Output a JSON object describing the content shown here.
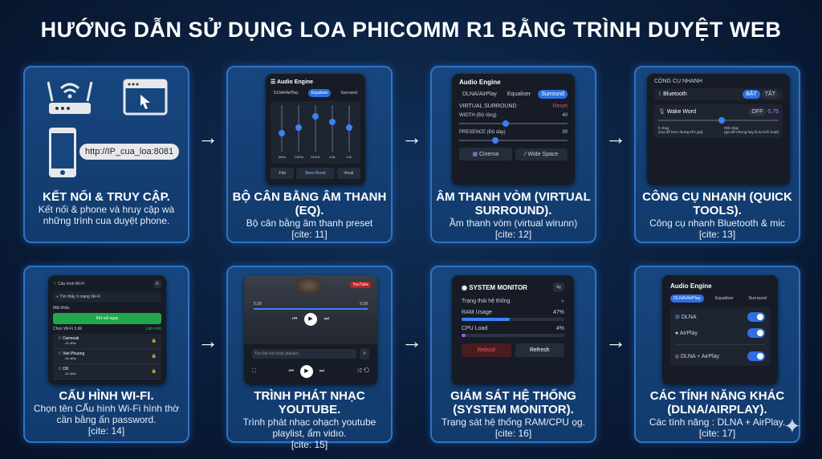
{
  "title": "HƯỚNG DẪN SỬ DỤNG LOA PHICOMM R1 BẰNG TRÌNH DUYỆT WEB",
  "cards": [
    {
      "heading": "KẾT NỐI & TRUY CẬP.",
      "desc": "Kết nối & phone và hruy cập wà những trình cua duyệt phone.",
      "url": "http://IP_cua_loa:8081"
    },
    {
      "heading": "BỘ CÂN BẰNG ÂM THANH (EQ).",
      "desc": "Bộ cân bằng âm thanh preset",
      "cite": "[cite: 11]",
      "mock": {
        "title": "Audio Engine",
        "tabs": [
          "DLNA/AirPlay",
          "Equaliser",
          "Surround"
        ],
        "bands": [
          "60Hz",
          "230Hz",
          "910Hz",
          "3.6k",
          "14k"
        ],
        "band_levels": [
          0.42,
          0.55,
          0.82,
          0.68,
          0.55
        ],
        "presets": [
          "Flat",
          "Bass Boost",
          "Vocal"
        ]
      }
    },
    {
      "heading": "ÂM THANH VÒM (VIRTUAL SURROUND).",
      "desc": "Ầm thanh vòm (virtual wirunn)",
      "cite": "[cite: 12]",
      "mock": {
        "title": "Audio Engine",
        "tabs": [
          "DLNA/AirPlay",
          "Equaliser",
          "Surround"
        ],
        "section": "VIRTUAL SURROUND",
        "reset": "Reset",
        "width_label": "WIDTH (Độ rộng)",
        "width_value": "40",
        "presence_label": "PRESENCE (Độ dày)",
        "presence_value": "30",
        "width_pct": 40,
        "presence_pct": 30,
        "buttons": [
          "Cinema",
          "Wide Space"
        ]
      }
    },
    {
      "heading": "CÔNG CỤ NHANH (QUICK TOOLS).",
      "desc": "Công cụ nhanh Bluetooth & mic",
      "cite": "[cite: 13]",
      "mock": {
        "title": "CÔNG CỤ NHANH",
        "bt_label": "Bluetooth",
        "bt_on": "BẬT",
        "bt_off": "TẮT",
        "wake_label": "Wake Word",
        "wake_off": "OFF",
        "wake_value": "0.75",
        "low_label": "Ít nhạy",
        "low_hint": "(Gọi dễ hơn nhưng khó gọi)",
        "high_label": "Rất nhạy",
        "high_hint": "(gọi dễ nhưng hay bị tự kích hoạt)",
        "wake_pct": 50
      }
    },
    {
      "heading": "CẤU HÌNH WI-FI.",
      "desc": "Chọn tên CẤu hình Wi-Fi hình thờ cần bằng ấn password.",
      "cite": "[cite: 14]",
      "mock": {
        "title": "Cấu hình Wi-Fi",
        "status": "Tìm thấy 9 mạng Wi-Fi",
        "hint": "Mật khẩu",
        "connect": "Kết nối ngay",
        "list_label": "Chọn Wi-Fi 3 để",
        "refresh": "Làm mới",
        "networks": [
          {
            "name": "Darmeak",
            "signal": "-45 dBm"
          },
          {
            "name": "Viet Phuong",
            "signal": "-45 dBm"
          },
          {
            "name": "DD",
            "signal": "-43 dBm"
          }
        ]
      }
    },
    {
      "heading": "TRÌNH PHÁT NHẠC YOUTUBE.",
      "desc": "Trình phát nhạc ohạch youtube playlist, ẩm vidıo.",
      "cite": "[cite: 15]",
      "mock": {
        "badge": "YouTube",
        "time_start": "5:28",
        "time_end": "5:28",
        "search_placeholder": "Tìm bài hát hoặc playlist..."
      }
    },
    {
      "heading": "GIÁM SÁT HỆ THỐNG (SYSTEM MONITOR).",
      "desc": "Trạng sát hệ thống RAM/CPU ọg.",
      "cite": "[cite: 16]",
      "mock": {
        "title": "SYSTEM MONITOR",
        "status": "Trạng thái hệ thống",
        "ram_label": "RAM Usage",
        "ram_value": "47%",
        "ram_pct": 47,
        "cpu_label": "CPU Load",
        "cpu_value": "4%",
        "cpu_pct": 4,
        "reboot": "Reboot",
        "refresh": "Refresh"
      }
    },
    {
      "heading": "CÁC TÍNH NĂNG KHÁC (DLNA/AIRPLAY).",
      "desc": "Các tính năng : DLNA + AirPlay.",
      "cite": "[cite: 17]",
      "mock": {
        "title": "Audio Engine",
        "tabs": [
          "DLNA/AirPlay",
          "Equaliser",
          "Surround"
        ],
        "items": [
          "DLNA",
          "AirPlay",
          "DLNA + AirPlay"
        ]
      }
    }
  ],
  "colors": {
    "accent": "#2f6fe0",
    "card_border": "#2c74c8",
    "background": "#0a1c38"
  }
}
